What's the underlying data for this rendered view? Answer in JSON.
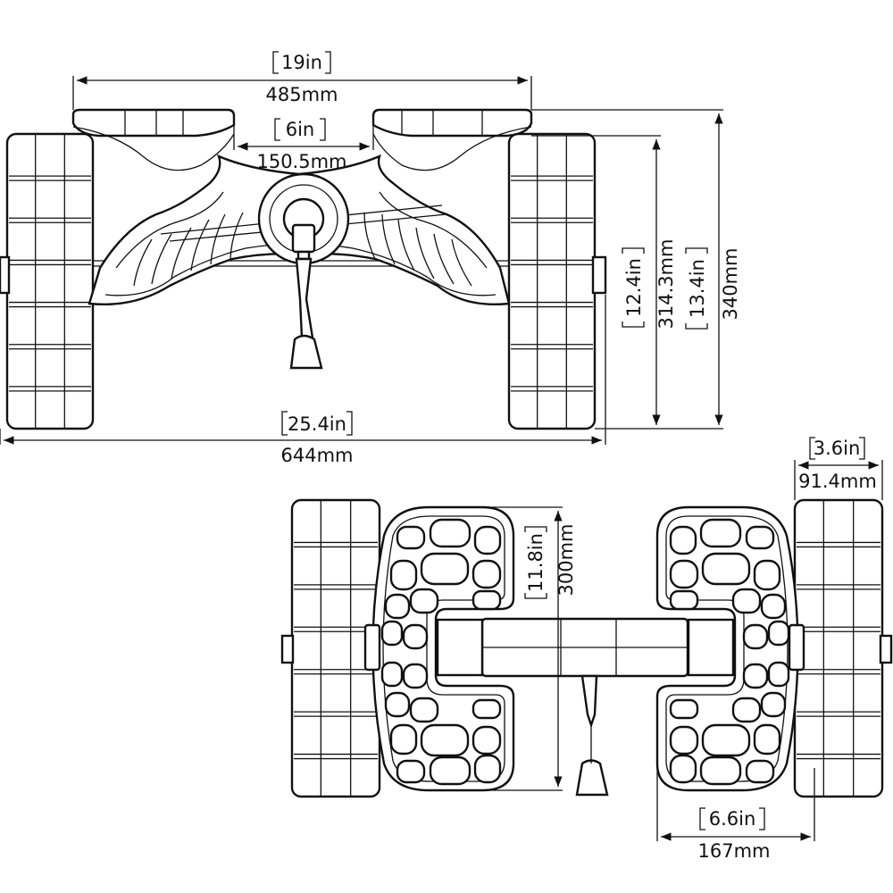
{
  "dimensions": {
    "top_width_in": "19in",
    "top_width_mm": "485mm",
    "inner_width_in": "6in",
    "inner_width_mm": "150.5mm",
    "overall_width_in": "25.4in",
    "overall_width_mm": "644mm",
    "height_a_in": "12.4in",
    "height_a_mm": "314.3mm",
    "height_b_in": "13.4in",
    "height_b_mm": "340mm",
    "wheel_width_in": "3.6in",
    "wheel_width_mm": "91.4mm",
    "pad_length_in": "11.8in",
    "pad_length_mm": "300mm",
    "pad_width_in": "6.6in",
    "pad_width_mm": "167mm"
  },
  "colors": {
    "line": "#111111",
    "background": "#ffffff"
  }
}
